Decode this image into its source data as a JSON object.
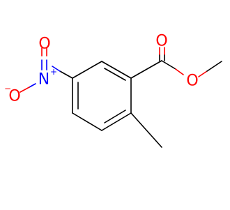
{
  "molecule": {
    "colors": {
      "bond": "#000000",
      "oxygen": "#ff0000",
      "nitrogen": "#0000ff"
    },
    "atoms": {
      "nitro_oxygen_top": "O",
      "nitro_nitrogen": "N",
      "nitro_nitrogen_charge": "+",
      "nitro_oxygen_bottom": "O",
      "nitro_oxygen_bottom_charge": "−",
      "carbonyl_oxygen": "O",
      "ester_oxygen": "O"
    }
  }
}
